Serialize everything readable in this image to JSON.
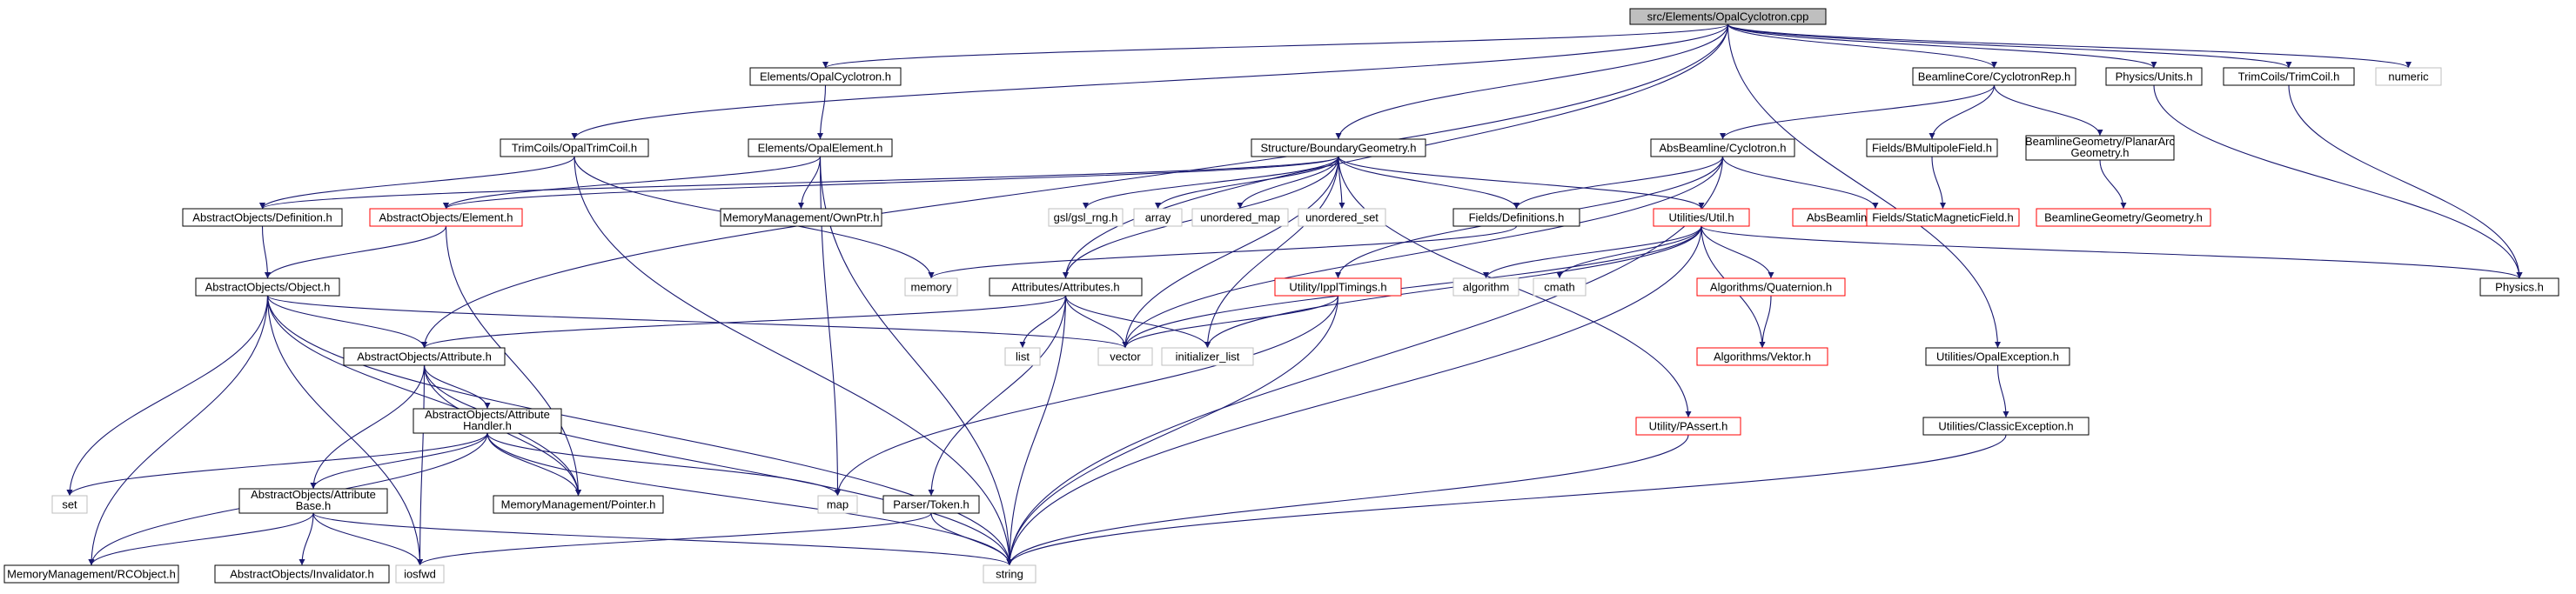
{
  "graph": {
    "root": "src/Elements/OpalCyclotron.cpp",
    "colors": {
      "edge": "#191970",
      "root_fill": "#bfbfbf",
      "project_border": "#000000",
      "missing_border": "#ff0000",
      "system_border": "#bfbfbf",
      "fill": "#ffffff"
    },
    "nodes": [
      {
        "id": "root",
        "label": [
          "src/Elements/OpalCyclotron.cpp"
        ],
        "kind": "root"
      },
      {
        "id": "elemcyc",
        "label": [
          "Elements/OpalCyclotron.h"
        ],
        "kind": "project"
      },
      {
        "id": "trimcoils_opal",
        "label": [
          "TrimCoils/OpalTrimCoil.h"
        ],
        "kind": "project"
      },
      {
        "id": "bcrep",
        "label": [
          "BeamlineCore/CyclotronRep.h"
        ],
        "kind": "project"
      },
      {
        "id": "physunits",
        "label": [
          "Physics/Units.h"
        ],
        "kind": "project"
      },
      {
        "id": "trimcoil",
        "label": [
          "TrimCoils/TrimCoil.h"
        ],
        "kind": "project"
      },
      {
        "id": "numeric",
        "label": [
          "numeric"
        ],
        "kind": "system"
      },
      {
        "id": "opalelement",
        "label": [
          "Elements/OpalElement.h"
        ],
        "kind": "project"
      },
      {
        "id": "boundgeom",
        "label": [
          "Structure/BoundaryGeometry.h"
        ],
        "kind": "project"
      },
      {
        "id": "abscyc",
        "label": [
          "AbsBeamline/Cyclotron.h"
        ],
        "kind": "project"
      },
      {
        "id": "bmultipole",
        "label": [
          "Fields/BMultipoleField.h"
        ],
        "kind": "project"
      },
      {
        "id": "planararc",
        "label": [
          "BeamlineGeometry/PlanarArc",
          "Geometry.h"
        ],
        "kind": "project"
      },
      {
        "id": "aodef",
        "label": [
          "AbstractObjects/Definition.h"
        ],
        "kind": "project"
      },
      {
        "id": "aoelem",
        "label": [
          "AbstractObjects/Element.h"
        ],
        "kind": "missing"
      },
      {
        "id": "ownptr",
        "label": [
          "MemoryManagement/OwnPtr.h"
        ],
        "kind": "project"
      },
      {
        "id": "gsl",
        "label": [
          "gsl/gsl_rng.h"
        ],
        "kind": "system"
      },
      {
        "id": "array",
        "label": [
          "array"
        ],
        "kind": "system"
      },
      {
        "id": "umap",
        "label": [
          "unordered_map"
        ],
        "kind": "system"
      },
      {
        "id": "uset",
        "label": [
          "unordered_set"
        ],
        "kind": "system"
      },
      {
        "id": "fielddefs",
        "label": [
          "Fields/Definitions.h"
        ],
        "kind": "project"
      },
      {
        "id": "utilutil",
        "label": [
          "Utilities/Util.h"
        ],
        "kind": "missing"
      },
      {
        "id": "abscomp",
        "label": [
          "AbsBeamline/Component.h"
        ],
        "kind": "missing"
      },
      {
        "id": "staticmag",
        "label": [
          "Fields/StaticMagneticField.h"
        ],
        "kind": "missing"
      },
      {
        "id": "bggeom",
        "label": [
          "BeamlineGeometry/Geometry.h"
        ],
        "kind": "missing"
      },
      {
        "id": "aoobject",
        "label": [
          "AbstractObjects/Object.h"
        ],
        "kind": "project"
      },
      {
        "id": "memory",
        "label": [
          "memory"
        ],
        "kind": "system"
      },
      {
        "id": "attrattr",
        "label": [
          "Attributes/Attributes.h"
        ],
        "kind": "project"
      },
      {
        "id": "ippltimings",
        "label": [
          "Utility/IpplTimings.h"
        ],
        "kind": "missing"
      },
      {
        "id": "algorithm",
        "label": [
          "algorithm"
        ],
        "kind": "system"
      },
      {
        "id": "cmath",
        "label": [
          "cmath"
        ],
        "kind": "system"
      },
      {
        "id": "quaternion",
        "label": [
          "Algorithms/Quaternion.h"
        ],
        "kind": "missing"
      },
      {
        "id": "physics",
        "label": [
          "Physics.h"
        ],
        "kind": "project"
      },
      {
        "id": "aoattribute",
        "label": [
          "AbstractObjects/Attribute.h"
        ],
        "kind": "project"
      },
      {
        "id": "list",
        "label": [
          "list"
        ],
        "kind": "system"
      },
      {
        "id": "vector",
        "label": [
          "vector"
        ],
        "kind": "system"
      },
      {
        "id": "initlist",
        "label": [
          "initializer_list"
        ],
        "kind": "system"
      },
      {
        "id": "vektor",
        "label": [
          "Algorithms/Vektor.h"
        ],
        "kind": "missing"
      },
      {
        "id": "opalexc",
        "label": [
          "Utilities/OpalException.h"
        ],
        "kind": "project"
      },
      {
        "id": "aoattrhandler",
        "label": [
          "AbstractObjects/Attribute",
          "Handler.h"
        ],
        "kind": "project"
      },
      {
        "id": "passert",
        "label": [
          "Utility/PAssert.h"
        ],
        "kind": "missing"
      },
      {
        "id": "classicexc",
        "label": [
          "Utilities/ClassicException.h"
        ],
        "kind": "project"
      },
      {
        "id": "set",
        "label": [
          "set"
        ],
        "kind": "system"
      },
      {
        "id": "map",
        "label": [
          "map"
        ],
        "kind": "system"
      },
      {
        "id": "mmpointer",
        "label": [
          "MemoryManagement/Pointer.h"
        ],
        "kind": "project"
      },
      {
        "id": "parsertoken",
        "label": [
          "Parser/Token.h"
        ],
        "kind": "project"
      },
      {
        "id": "aoattrbase",
        "label": [
          "AbstractObjects/Attribute",
          "Base.h"
        ],
        "kind": "project"
      },
      {
        "id": "rcobject",
        "label": [
          "MemoryManagement/RCObject.h"
        ],
        "kind": "project"
      },
      {
        "id": "invalidator",
        "label": [
          "AbstractObjects/Invalidator.h"
        ],
        "kind": "project"
      },
      {
        "id": "iosfwd",
        "label": [
          "iosfwd"
        ],
        "kind": "system"
      },
      {
        "id": "string",
        "label": [
          "string"
        ],
        "kind": "system"
      }
    ],
    "edges": [
      [
        "root",
        "elemcyc"
      ],
      [
        "root",
        "trimcoils_opal"
      ],
      [
        "root",
        "bcrep"
      ],
      [
        "root",
        "physunits"
      ],
      [
        "root",
        "trimcoil"
      ],
      [
        "root",
        "numeric"
      ],
      [
        "root",
        "boundgeom"
      ],
      [
        "root",
        "attrattr"
      ],
      [
        "root",
        "aoattribute"
      ],
      [
        "root",
        "opalexc"
      ],
      [
        "elemcyc",
        "opalelement"
      ],
      [
        "trimcoils_opal",
        "aodef"
      ],
      [
        "trimcoils_opal",
        "memory"
      ],
      [
        "trimcoils_opal",
        "string"
      ],
      [
        "bcrep",
        "abscyc"
      ],
      [
        "bcrep",
        "bmultipole"
      ],
      [
        "bcrep",
        "planararc"
      ],
      [
        "physunits",
        "physics"
      ],
      [
        "trimcoil",
        "physics"
      ],
      [
        "opalelement",
        "aoelem"
      ],
      [
        "opalelement",
        "ownptr"
      ],
      [
        "opalelement",
        "map"
      ],
      [
        "opalelement",
        "string"
      ],
      [
        "boundgeom",
        "aodef"
      ],
      [
        "boundgeom",
        "gsl"
      ],
      [
        "boundgeom",
        "array"
      ],
      [
        "boundgeom",
        "umap"
      ],
      [
        "boundgeom",
        "uset"
      ],
      [
        "boundgeom",
        "fielddefs"
      ],
      [
        "boundgeom",
        "utilutil"
      ],
      [
        "boundgeom",
        "attrattr"
      ],
      [
        "boundgeom",
        "vector"
      ],
      [
        "boundgeom",
        "initlist"
      ],
      [
        "boundgeom",
        "passert"
      ],
      [
        "boundgeom",
        "aoelem"
      ],
      [
        "abscyc",
        "abscomp"
      ],
      [
        "abscyc",
        "fielddefs"
      ],
      [
        "abscyc",
        "vector"
      ],
      [
        "abscyc",
        "string"
      ],
      [
        "abscyc",
        "ippltimings"
      ],
      [
        "bmultipole",
        "staticmag"
      ],
      [
        "planararc",
        "bggeom"
      ],
      [
        "aodef",
        "aoobject"
      ],
      [
        "aoelem",
        "aoobject"
      ],
      [
        "aoelem",
        "mmpointer"
      ],
      [
        "fielddefs",
        "memory"
      ],
      [
        "utilutil",
        "algorithm"
      ],
      [
        "utilutil",
        "cmath"
      ],
      [
        "utilutil",
        "quaternion"
      ],
      [
        "utilutil",
        "vektor"
      ],
      [
        "utilutil",
        "physics"
      ],
      [
        "utilutil",
        "string"
      ],
      [
        "utilutil",
        "vector"
      ],
      [
        "utilutil",
        "initlist"
      ],
      [
        "aoobject",
        "aoattribute"
      ],
      [
        "aoobject",
        "set"
      ],
      [
        "aoobject",
        "vector"
      ],
      [
        "aoobject",
        "string"
      ],
      [
        "aoobject",
        "rcobject"
      ],
      [
        "aoobject",
        "iosfwd"
      ],
      [
        "aoobject",
        "mmpointer"
      ],
      [
        "attrattr",
        "aoattribute"
      ],
      [
        "attrattr",
        "list"
      ],
      [
        "attrattr",
        "vector"
      ],
      [
        "attrattr",
        "initlist"
      ],
      [
        "attrattr",
        "parsertoken"
      ],
      [
        "attrattr",
        "string"
      ],
      [
        "ippltimings",
        "vector"
      ],
      [
        "ippltimings",
        "map"
      ],
      [
        "ippltimings",
        "string"
      ],
      [
        "quaternion",
        "vektor"
      ],
      [
        "aoattribute",
        "aoattrhandler"
      ],
      [
        "aoattribute",
        "aoattrbase"
      ],
      [
        "aoattribute",
        "mmpointer"
      ],
      [
        "aoattribute",
        "iosfwd"
      ],
      [
        "aoattribute",
        "string"
      ],
      [
        "opalexc",
        "classicexc"
      ],
      [
        "classicexc",
        "string"
      ],
      [
        "aoattrhandler",
        "set"
      ],
      [
        "aoattrhandler",
        "map"
      ],
      [
        "aoattrhandler",
        "mmpointer"
      ],
      [
        "aoattrhandler",
        "aoattrbase"
      ],
      [
        "aoattrhandler",
        "rcobject"
      ],
      [
        "aoattrhandler",
        "string"
      ],
      [
        "passert",
        "string"
      ],
      [
        "parsertoken",
        "string"
      ],
      [
        "parsertoken",
        "iosfwd"
      ],
      [
        "aoattrbase",
        "rcobject"
      ],
      [
        "aoattrbase",
        "invalidator"
      ],
      [
        "aoattrbase",
        "iosfwd"
      ],
      [
        "aoattrbase",
        "string"
      ]
    ]
  }
}
